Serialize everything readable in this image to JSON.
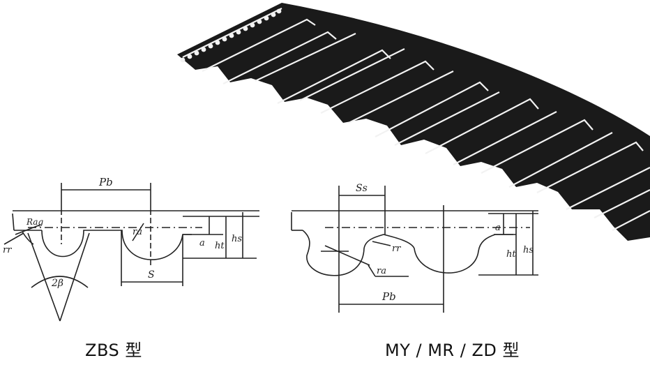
{
  "captions": {
    "left": "ZBS 型",
    "right": "MY / MR / ZD 型"
  },
  "left_labels": {
    "pitch": "Pb",
    "rag": "Rag",
    "rr": "rr",
    "ra": "ra",
    "s": "S",
    "a": "a",
    "ht": "ht",
    "hs": "hs",
    "beta": "2β"
  },
  "right_labels": {
    "ss": "Ss",
    "rr": "rr",
    "ra": "ra",
    "pitch": "Pb",
    "a": "a",
    "ht": "ht",
    "hs": "hs"
  },
  "colors": {
    "belt": "#1a1a1a",
    "belt_edge": "#f2f2f2",
    "line": "#222222"
  }
}
